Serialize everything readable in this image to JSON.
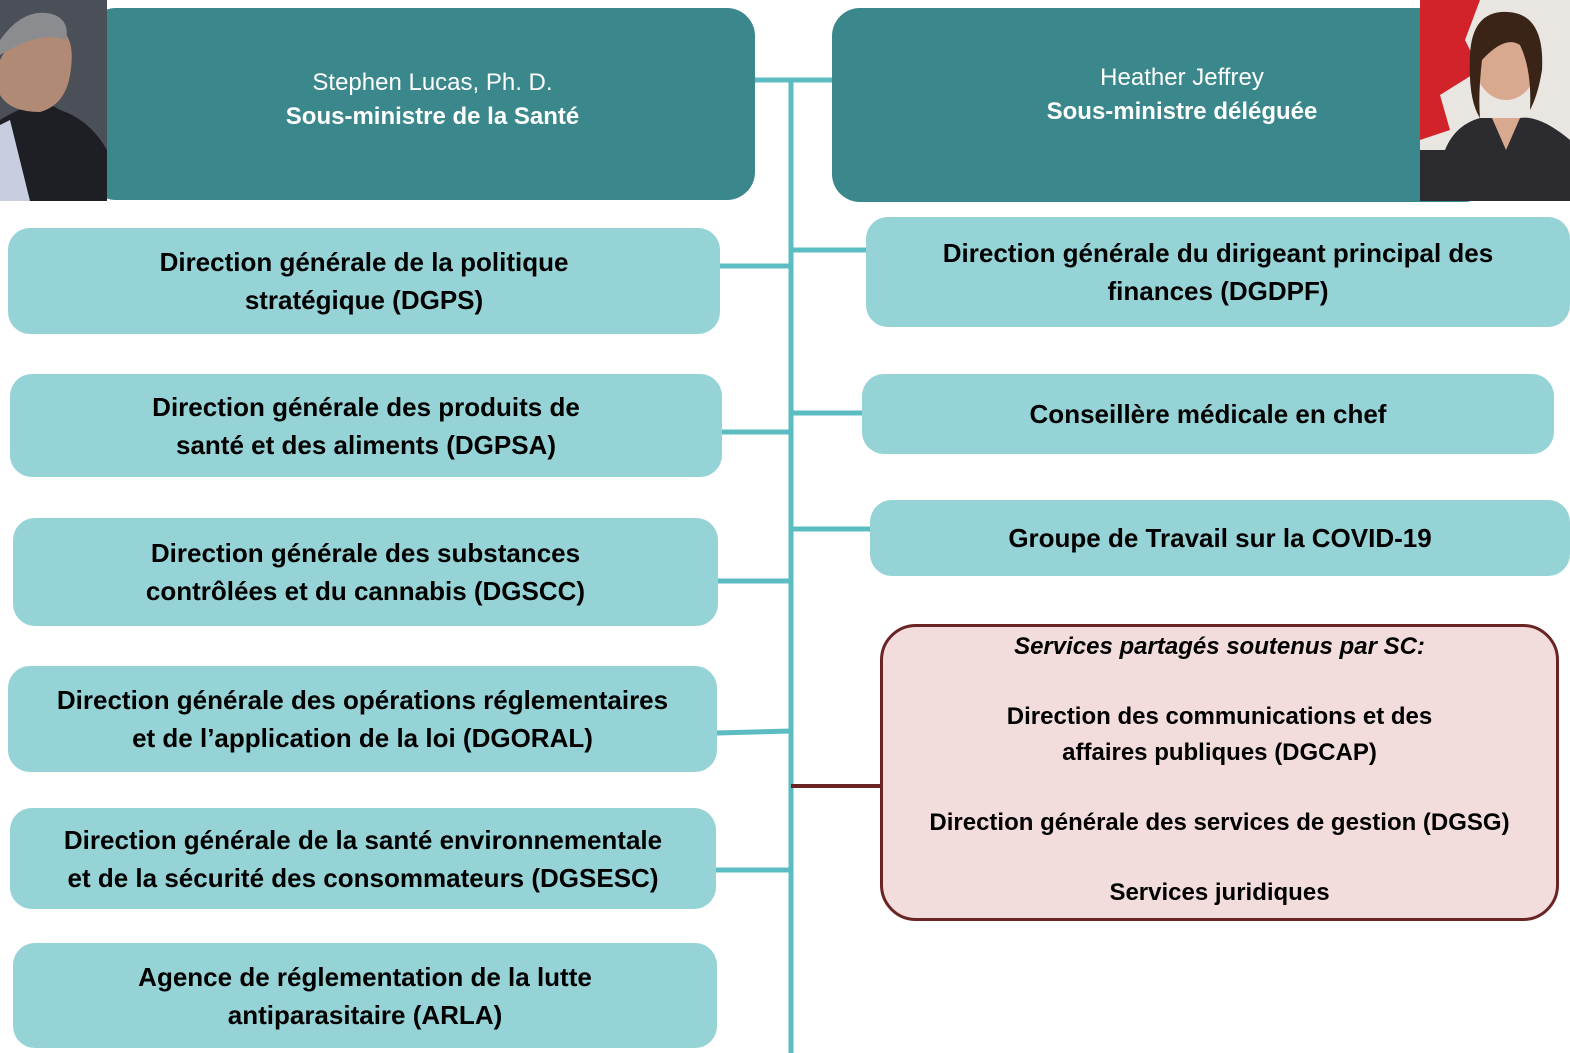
{
  "header_left": {
    "name": "Stephen Lucas, Ph. D.",
    "role": "Sous-ministre de la Santé"
  },
  "header_right": {
    "name": "Heather Jeffrey",
    "role": "Sous-ministre déléguée"
  },
  "left_units": [
    {
      "line1": "Direction générale de la politique",
      "line2": "stratégique (DGPS)"
    },
    {
      "line1": "Direction générale des produits de",
      "line2": "santé et des aliments (DGPSA)"
    },
    {
      "line1": "Direction générale des substances",
      "line2": "contrôlées et du cannabis (DGSCC)"
    },
    {
      "line1": "Direction générale des opérations réglementaires",
      "line2": "et de l’application de la loi (DGORAL)"
    },
    {
      "line1": "Direction générale de la santé environnementale",
      "line2": "et de la sécurité des consommateurs (DGSESC)"
    },
    {
      "line1": "Agence de réglementation de la lutte",
      "line2": "antiparasitaire (ARLA)"
    }
  ],
  "right_units": [
    {
      "line1": "Direction générale du dirigeant principal des",
      "line2": "finances (DGDPF)"
    },
    {
      "line1": "Conseillère médicale en chef",
      "line2": ""
    },
    {
      "line1": "Groupe de Travail sur la COVID-19",
      "line2": ""
    }
  ],
  "shared_services": {
    "title": "Services partagés soutenus par SC:",
    "item1_line1": "Direction des communications et des",
    "item1_line2": "affaires  publiques (DGCAP)",
    "item2": "Direction générale des services de gestion (DGSG)",
    "item3": "Services juridiques"
  },
  "colors": {
    "header": "#3a878c",
    "unit": "#96d3d6",
    "connector": "#5bbcc2",
    "shared_fill": "#f2dcdc",
    "shared_border": "#6b2424"
  }
}
